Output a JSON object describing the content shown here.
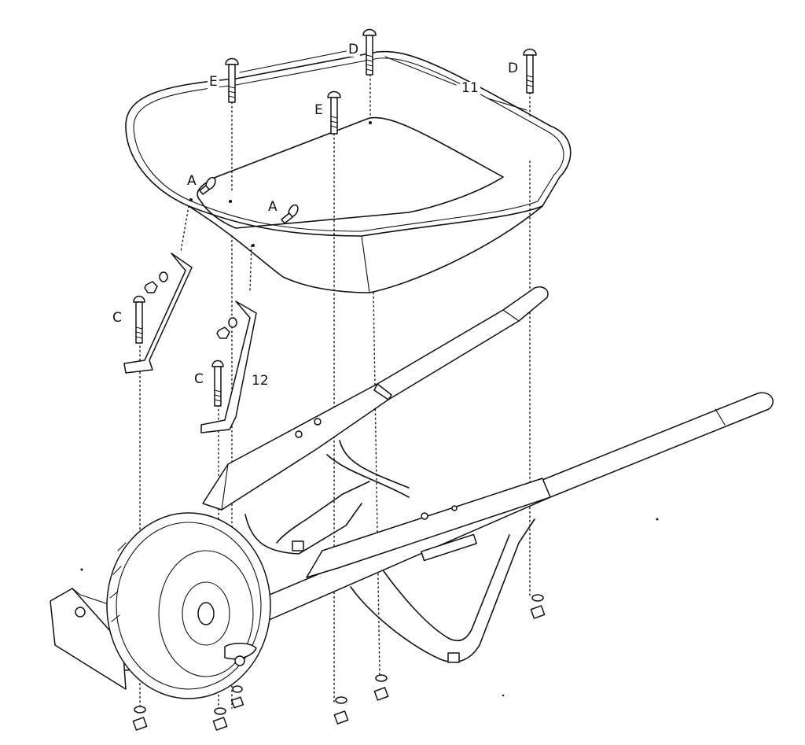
{
  "labels": {
    "d_top": "D",
    "d_right": "D",
    "e_left": "E",
    "e_mid": "E",
    "tray": "11",
    "a_left": "A",
    "a_right": "A",
    "c_left": "C",
    "c_right": "C",
    "brace": "12"
  }
}
